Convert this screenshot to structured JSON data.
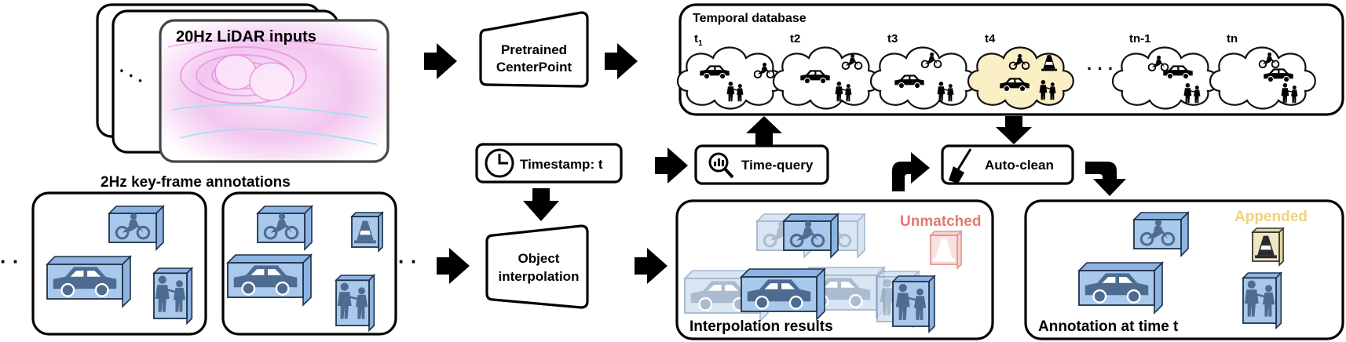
{
  "lidar": {
    "title": "20Hz LiDAR inputs",
    "ellipsis": "· · ·"
  },
  "keyframes": {
    "title": "2Hz key-frame annotations",
    "ellipsis_left": "· ·",
    "ellipsis_right": "· ·"
  },
  "modules": {
    "centerpoint": [
      "Pretrained",
      "CenterPoint"
    ],
    "timestamp": "Timestamp: t",
    "interpolation": [
      "Object",
      "interpolation"
    ],
    "time_query": "Time-query",
    "auto_clean": "Auto-clean"
  },
  "database": {
    "title": "Temporal database",
    "frames": [
      {
        "label": "t",
        "sub": "1",
        "highlight": false
      },
      {
        "label": "t2",
        "sub": "",
        "highlight": false
      },
      {
        "label": "t3",
        "sub": "",
        "highlight": false
      },
      {
        "label": "t4",
        "sub": "",
        "highlight": true
      },
      {
        "label": "tn-1",
        "sub": "",
        "highlight": false
      },
      {
        "label": "tn",
        "sub": "",
        "highlight": false
      }
    ],
    "ellipsis": "· · ·"
  },
  "results": {
    "interp_title": "Interpolation results",
    "unmatched": "Unmatched",
    "annot_title": "Annotation at time t",
    "appended": "Appended"
  },
  "colors": {
    "box_fill": "#a9c9ec",
    "box_front": "#8cb3e2",
    "box_stroke": "#1f3147",
    "ghost_fill": "#c9dbef",
    "unmatched": "#e07a72",
    "appended": "#efd27a",
    "cone_fill": "#efe6c4",
    "highlight_cloud": "#fbefc6",
    "lidar_magenta": "#e98fe3",
    "lidar_cyan": "#8fe3ee"
  }
}
